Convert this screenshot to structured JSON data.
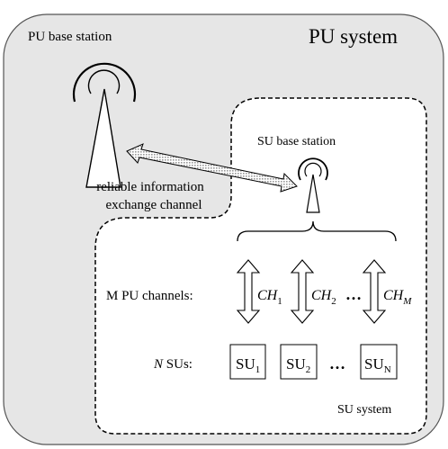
{
  "pu_system": {
    "title": "PU system",
    "base_station_label": "PU base station"
  },
  "link": {
    "line1": "reliable information",
    "line2": "exchange channel"
  },
  "su_system": {
    "title": "SU system",
    "base_station_label": "SU base station",
    "channels_label": "M PU channels:",
    "sus_label_italic": "N",
    "sus_label_rest": " SUs:",
    "channels": [
      {
        "base": "CH",
        "sub": "1"
      },
      {
        "base": "CH",
        "sub": "2"
      },
      {
        "base": "CH",
        "sub": "M"
      }
    ],
    "channel_ellipsis": "…",
    "sus": [
      {
        "base": "SU",
        "sub": "1"
      },
      {
        "base": "SU",
        "sub": "2"
      },
      {
        "base": "SU",
        "sub": "N"
      }
    ],
    "su_ellipsis": "…"
  },
  "colors": {
    "pu_fill": "#e6e6e6",
    "su_fill": "#ffffff",
    "stroke": "#000000",
    "link_pattern": "#9a9a9a"
  }
}
